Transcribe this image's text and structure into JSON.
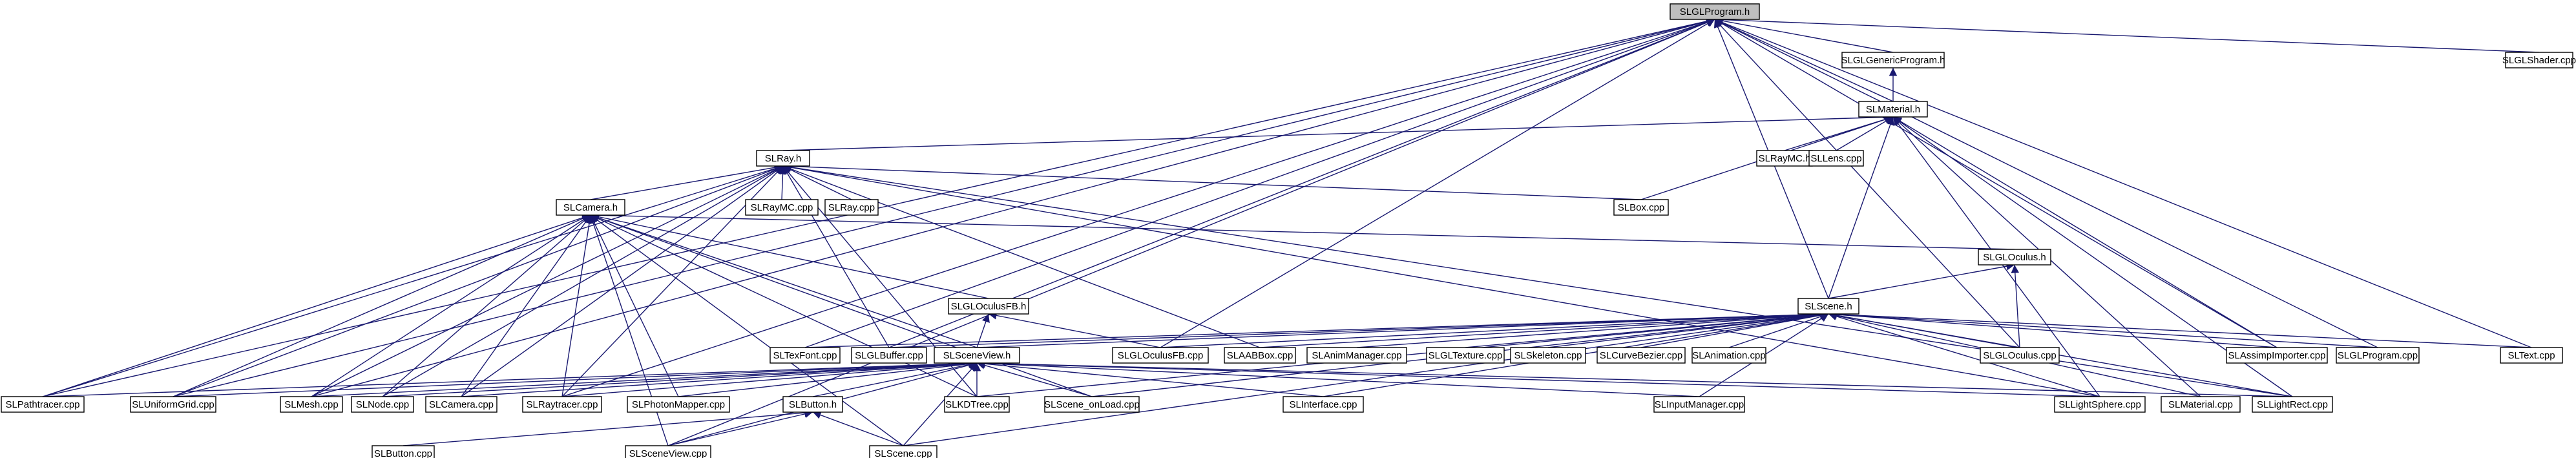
{
  "graph": {
    "colors": {
      "edge": "#191970",
      "root_fill": "#bfbfbf",
      "node_fill": "#ffffff",
      "node_border": "#000000"
    },
    "nodes": [
      {
        "id": "root",
        "label": "SLGLProgram.h"
      },
      {
        "id": "glgeneric",
        "label": "SLGLGenericProgram.h"
      },
      {
        "id": "glshader",
        "label": "SLGLShader.cpp"
      },
      {
        "id": "material_h",
        "label": "SLMaterial.h"
      },
      {
        "id": "ray_h",
        "label": "SLRay.h"
      },
      {
        "id": "raymc_h",
        "label": "SLRayMC.h"
      },
      {
        "id": "lens",
        "label": "SLLens.cpp"
      },
      {
        "id": "raymc_cpp",
        "label": "SLRayMC.cpp"
      },
      {
        "id": "ray_cpp",
        "label": "SLRay.cpp"
      },
      {
        "id": "box",
        "label": "SLBox.cpp"
      },
      {
        "id": "camera_h",
        "label": "SLCamera.h"
      },
      {
        "id": "gloculus_h",
        "label": "SLGLOculus.h"
      },
      {
        "id": "gloculusfb_h",
        "label": "SLGLOculusFB.h"
      },
      {
        "id": "scene_h",
        "label": "SLScene.h"
      },
      {
        "id": "texfont",
        "label": "SLTexFont.cpp"
      },
      {
        "id": "glbuffer",
        "label": "SLGLBuffer.cpp"
      },
      {
        "id": "gloculusfb_cpp",
        "label": "SLGLOculusFB.cpp"
      },
      {
        "id": "aabbox",
        "label": "SLAABBox.cpp"
      },
      {
        "id": "animmgr",
        "label": "SLAnimManager.cpp"
      },
      {
        "id": "gltexture",
        "label": "SLGLTexture.cpp"
      },
      {
        "id": "skeleton",
        "label": "SLSkeleton.cpp"
      },
      {
        "id": "curvebezier",
        "label": "SLCurveBezier.cpp"
      },
      {
        "id": "animation",
        "label": "SLAnimation.cpp"
      },
      {
        "id": "gloculus_cpp",
        "label": "SLGLOculus.cpp"
      },
      {
        "id": "assimp",
        "label": "SLAssimpImporter.cpp"
      },
      {
        "id": "glprogram_cpp",
        "label": "SLGLProgram.cpp"
      },
      {
        "id": "text",
        "label": "SLText.cpp"
      },
      {
        "id": "sceneview_h",
        "label": "SLSceneView.h"
      },
      {
        "id": "pathtracer",
        "label": "SLPathtracer.cpp"
      },
      {
        "id": "uniformgrid",
        "label": "SLUniformGrid.cpp"
      },
      {
        "id": "mesh",
        "label": "SLMesh.cpp"
      },
      {
        "id": "node",
        "label": "SLNode.cpp"
      },
      {
        "id": "camera_cpp",
        "label": "SLCamera.cpp"
      },
      {
        "id": "raytracer",
        "label": "SLRaytracer.cpp"
      },
      {
        "id": "photonmapper",
        "label": "SLPhotonMapper.cpp"
      },
      {
        "id": "kdtree",
        "label": "SLKDTree.cpp"
      },
      {
        "id": "scene_onload",
        "label": "SLScene_onLoad.cpp"
      },
      {
        "id": "interface",
        "label": "SLInterface.cpp"
      },
      {
        "id": "inputmgr",
        "label": "SLInputManager.cpp"
      },
      {
        "id": "lightsphere",
        "label": "SLLightSphere.cpp"
      },
      {
        "id": "material_cpp",
        "label": "SLMaterial.cpp"
      },
      {
        "id": "lightrect",
        "label": "SLLightRect.cpp"
      },
      {
        "id": "button_h",
        "label": "SLButton.h"
      },
      {
        "id": "button_cpp",
        "label": "SLButton.cpp"
      },
      {
        "id": "sceneview_cpp",
        "label": "SLSceneView.cpp"
      },
      {
        "id": "scene_cpp",
        "label": "SLScene.cpp"
      }
    ],
    "edges": [
      [
        "glgeneric",
        "root"
      ],
      [
        "glshader",
        "root"
      ],
      [
        "material_h",
        "root"
      ],
      [
        "material_h",
        "glgeneric"
      ],
      [
        "gloculusfb_cpp",
        "root"
      ],
      [
        "glbuffer",
        "root"
      ],
      [
        "texfont",
        "root"
      ],
      [
        "gloculus_cpp",
        "root"
      ],
      [
        "assimp",
        "root"
      ],
      [
        "glprogram_cpp",
        "root"
      ],
      [
        "text",
        "root"
      ],
      [
        "pathtracer",
        "root"
      ],
      [
        "uniformgrid",
        "root"
      ],
      [
        "mesh",
        "root"
      ],
      [
        "raytracer",
        "root"
      ],
      [
        "sceneview_cpp",
        "root"
      ],
      [
        "scene_h",
        "root"
      ],
      [
        "ray_h",
        "material_h"
      ],
      [
        "raymc_h",
        "material_h"
      ],
      [
        "lens",
        "material_h"
      ],
      [
        "box",
        "material_h"
      ],
      [
        "scene_h",
        "material_h"
      ],
      [
        "assimp",
        "material_h"
      ],
      [
        "material_cpp",
        "material_h"
      ],
      [
        "lightsphere",
        "material_h"
      ],
      [
        "lightrect",
        "material_h"
      ],
      [
        "raymc_cpp",
        "ray_h"
      ],
      [
        "ray_cpp",
        "ray_h"
      ],
      [
        "box",
        "ray_h"
      ],
      [
        "camera_h",
        "ray_h"
      ],
      [
        "pathtracer",
        "ray_h"
      ],
      [
        "raytracer",
        "ray_h"
      ],
      [
        "mesh",
        "ray_h"
      ],
      [
        "node",
        "ray_h"
      ],
      [
        "camera_cpp",
        "ray_h"
      ],
      [
        "uniformgrid",
        "ray_h"
      ],
      [
        "kdtree",
        "ray_h"
      ],
      [
        "aabbox",
        "ray_h"
      ],
      [
        "lightsphere",
        "ray_h"
      ],
      [
        "lightrect",
        "ray_h"
      ],
      [
        "glbuffer",
        "ray_h"
      ],
      [
        "gloculus_h",
        "camera_h"
      ],
      [
        "gloculusfb_h",
        "camera_h"
      ],
      [
        "sceneview_h",
        "camera_h"
      ],
      [
        "pathtracer",
        "camera_h"
      ],
      [
        "uniformgrid",
        "camera_h"
      ],
      [
        "mesh",
        "camera_h"
      ],
      [
        "node",
        "camera_h"
      ],
      [
        "camera_cpp",
        "camera_h"
      ],
      [
        "raytracer",
        "camera_h"
      ],
      [
        "photonmapper",
        "camera_h"
      ],
      [
        "kdtree",
        "camera_h"
      ],
      [
        "scene_onload",
        "camera_h"
      ],
      [
        "sceneview_cpp",
        "camera_h"
      ],
      [
        "scene_cpp",
        "camera_h"
      ],
      [
        "scene_h",
        "gloculus_h"
      ],
      [
        "gloculus_cpp",
        "gloculus_h"
      ],
      [
        "sceneview_h",
        "gloculusfb_h"
      ],
      [
        "gloculusfb_cpp",
        "gloculusfb_h"
      ],
      [
        "texfont",
        "scene_h"
      ],
      [
        "glbuffer",
        "scene_h"
      ],
      [
        "gloculusfb_cpp",
        "scene_h"
      ],
      [
        "aabbox",
        "scene_h"
      ],
      [
        "animmgr",
        "scene_h"
      ],
      [
        "gltexture",
        "scene_h"
      ],
      [
        "skeleton",
        "scene_h"
      ],
      [
        "curvebezier",
        "scene_h"
      ],
      [
        "animation",
        "scene_h"
      ],
      [
        "gloculus_cpp",
        "scene_h"
      ],
      [
        "assimp",
        "scene_h"
      ],
      [
        "glprogram_cpp",
        "scene_h"
      ],
      [
        "text",
        "scene_h"
      ],
      [
        "sceneview_h",
        "scene_h"
      ],
      [
        "kdtree",
        "scene_h"
      ],
      [
        "scene_onload",
        "scene_h"
      ],
      [
        "interface",
        "scene_h"
      ],
      [
        "inputmgr",
        "scene_h"
      ],
      [
        "lightsphere",
        "scene_h"
      ],
      [
        "material_cpp",
        "scene_h"
      ],
      [
        "lightrect",
        "scene_h"
      ],
      [
        "scene_cpp",
        "scene_h"
      ],
      [
        "pathtracer",
        "sceneview_h"
      ],
      [
        "uniformgrid",
        "sceneview_h"
      ],
      [
        "mesh",
        "sceneview_h"
      ],
      [
        "node",
        "sceneview_h"
      ],
      [
        "camera_cpp",
        "sceneview_h"
      ],
      [
        "raytracer",
        "sceneview_h"
      ],
      [
        "photonmapper",
        "sceneview_h"
      ],
      [
        "kdtree",
        "sceneview_h"
      ],
      [
        "scene_onload",
        "sceneview_h"
      ],
      [
        "interface",
        "sceneview_h"
      ],
      [
        "inputmgr",
        "sceneview_h"
      ],
      [
        "lightsphere",
        "sceneview_h"
      ],
      [
        "lightrect",
        "sceneview_h"
      ],
      [
        "button_h",
        "sceneview_h"
      ],
      [
        "sceneview_cpp",
        "sceneview_h"
      ],
      [
        "scene_cpp",
        "sceneview_h"
      ],
      [
        "button_cpp",
        "button_h"
      ],
      [
        "sceneview_cpp",
        "button_h"
      ],
      [
        "scene_cpp",
        "button_h"
      ]
    ]
  }
}
